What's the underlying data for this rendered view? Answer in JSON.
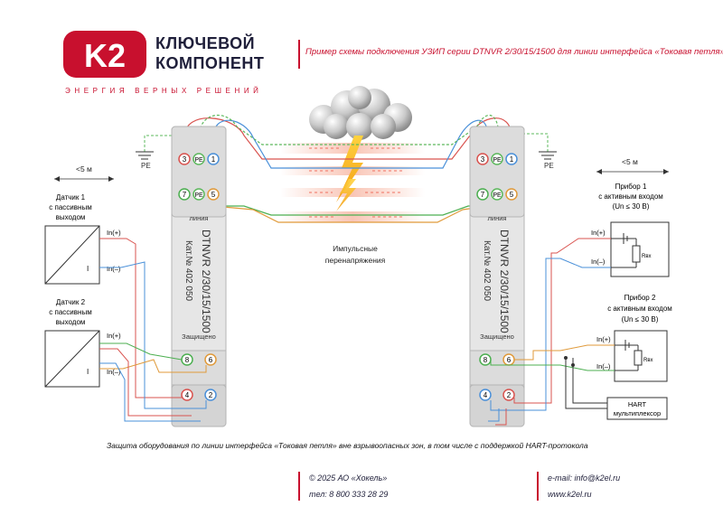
{
  "header": {
    "logo_text": "K2",
    "brand_line1": "КЛЮЧЕВОЙ",
    "brand_line2": "КОМПОНЕНТ",
    "tagline": "ЭНЕРГИЯ ВЕРНЫХ РЕШЕНИЙ",
    "title": "Пример схемы подключения УЗИП серии DTNVR 2/30/15/1500 для линии интерфейса «Токовая петля»"
  },
  "diagram": {
    "left_device": {
      "model": "DTNVR 2/30/15/1500",
      "catalog": "Кат.№ 402 050",
      "line_label": "линия",
      "protected_label": "Защищено",
      "top_terminals": [
        "3",
        "PE",
        "1"
      ],
      "mid_terminals": [
        "7",
        "PE",
        "5"
      ],
      "bottom_terminals": [
        "8",
        "6"
      ],
      "base_terminals": [
        "4",
        "2"
      ]
    },
    "right_device": {
      "model": "DTNVR 2/30/15/1500",
      "catalog": "Кат.№ 402 050",
      "line_label": "линия",
      "protected_label": "Защищено",
      "top_terminals": [
        "3",
        "PE",
        "1"
      ],
      "mid_terminals": [
        "7",
        "PE",
        "5"
      ],
      "bottom_terminals": [
        "8",
        "6"
      ],
      "base_terminals": [
        "4",
        "2"
      ]
    },
    "pe_left": "PE",
    "pe_right": "PE",
    "distance_left": "<5 м",
    "distance_right": "<5 м",
    "surge_label_line1": "Импульсные",
    "surge_label_line2": "перенапряжения",
    "sensor1": {
      "line1": "Датчик 1",
      "line2": "с пассивным",
      "line3": "выходом",
      "in_plus": "In(+)",
      "in_minus": "In(–)",
      "mark": "I"
    },
    "sensor2": {
      "line1": "Датчик 2",
      "line2": "с пассивным",
      "line3": "выходом",
      "in_plus": "In(+)",
      "in_minus": "In(–)",
      "mark": "I"
    },
    "device1": {
      "line1": "Прибор 1",
      "line2": "с активным входом",
      "line3": "(Un ≤ 30 В)",
      "in_plus": "In(+)",
      "in_minus": "In(–)",
      "resistor": "Rвх"
    },
    "device2": {
      "line1": "Прибор 2",
      "line2": "с активным входом",
      "line3": "(Un ≤ 30 В)",
      "in_plus": "In(+)",
      "in_minus": "In(–)",
      "resistor": "Rвх"
    },
    "hart_line1": "HART",
    "hart_line2": "мультиплексор"
  },
  "caption": "Защита оборудования по линии интерфейса «Токовая петля» вне взрывоопасных зон, в том числе с поддержкой HART-протокола",
  "footer": {
    "copyright": "© 2025 АО «Хокель»",
    "phone": "тел: 8 800 333 28 29",
    "email": "e-mail: info@k2el.ru",
    "website": "www.k2el.ru"
  },
  "colors": {
    "brand_red": "#c8102e",
    "wire_red": "#d9534f",
    "wire_blue": "#4a90d9",
    "wire_green": "#4caf50",
    "wire_orange": "#e09a3a",
    "pe_green": "#5cb85c"
  }
}
